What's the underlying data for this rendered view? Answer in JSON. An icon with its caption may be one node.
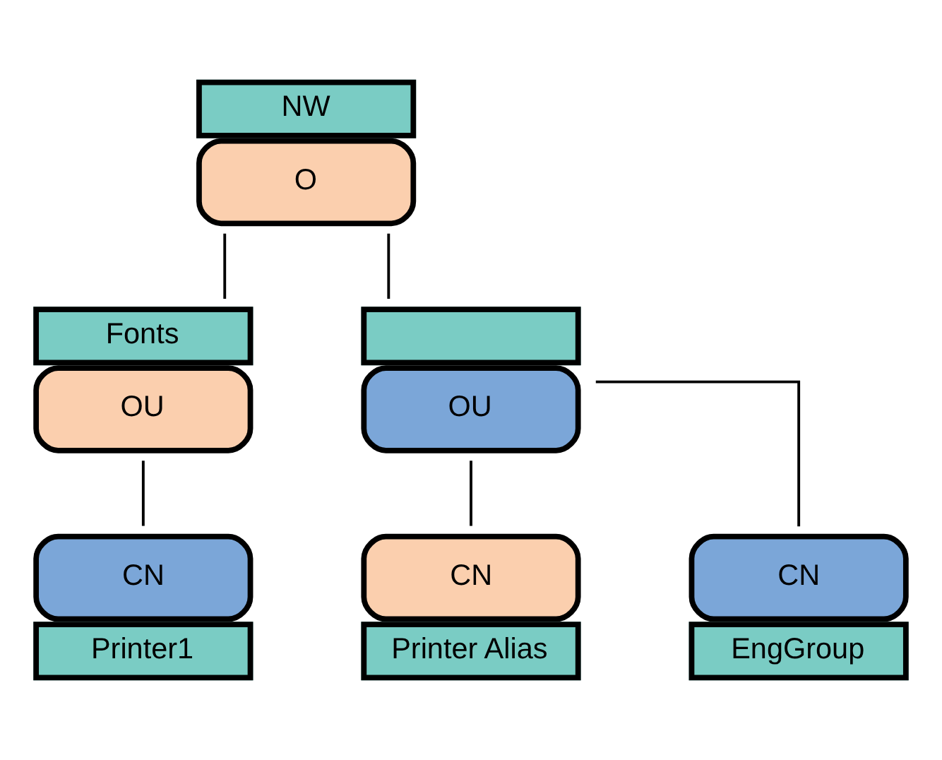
{
  "diagram": {
    "nodes": [
      {
        "text": [
          "NW",
          "O"
        ]
      },
      {
        "text": [
          "Fonts",
          "OU"
        ]
      },
      {
        "text": [
          "OU"
        ]
      },
      {
        "text": [
          "CN",
          "Printer1"
        ]
      },
      {
        "text": [
          "CN",
          "Printer Alias"
        ]
      },
      {
        "text": [
          "CN",
          "EngGroup"
        ]
      }
    ],
    "edges": [
      {
        "from": 0,
        "to": 1,
        "arrow": "none"
      },
      {
        "from": 0,
        "to": 2,
        "arrow": "none"
      },
      {
        "from": 1,
        "to": 3,
        "arrow": "none"
      },
      {
        "from": 2,
        "to": 4,
        "arrow": "none"
      },
      {
        "from": 2,
        "to": 5,
        "arrow": "none"
      }
    ]
  }
}
